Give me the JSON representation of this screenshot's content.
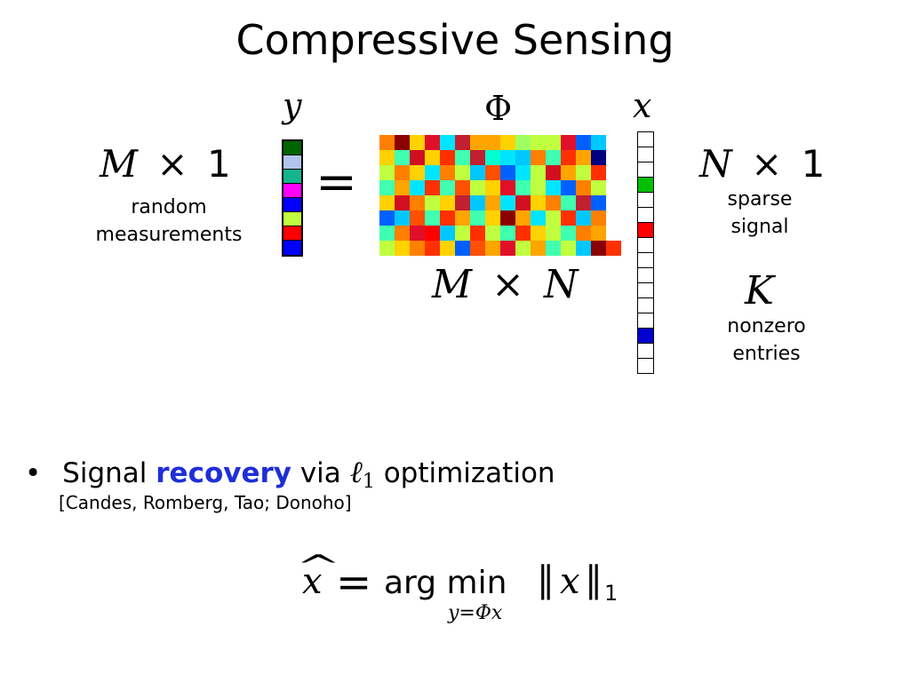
{
  "title": "Compressive Sensing",
  "y": {
    "symbol": "y",
    "dims": {
      "m": "M",
      "times": "×",
      "one": "1"
    },
    "label_line1": "random",
    "label_line2": "measurements",
    "colors": [
      "#006400",
      "#b0c4ee",
      "#14b48c",
      "#ff00ff",
      "#0000ff",
      "#c0ff40",
      "#ff0000",
      "#0000ff"
    ]
  },
  "equals": "=",
  "phi": {
    "symbol": "Φ",
    "dims": {
      "m": "M",
      "times": "×",
      "n": "N"
    },
    "rows": [
      [
        "#ff8000",
        "#8b0000",
        "#ffd200",
        "#e0102a",
        "#00e5ff",
        "#c02030",
        "#ffa500",
        "#ffa500",
        "#ffd200",
        "#a0ff60",
        "#c0ff40",
        "#c0ff40",
        "#e0102a",
        "#0060ff",
        "#00c8ff",
        "#ffffff"
      ],
      [
        "#ffd200",
        "#40ffb0",
        "#d01020",
        "#ffd200",
        "#ff3000",
        "#40ffb0",
        "#c02030",
        "#00ffd0",
        "#00e5ff",
        "#00c8ff",
        "#ff8000",
        "#40ffb0",
        "#ff3000",
        "#ffa500",
        "#000080",
        "#ffffff"
      ],
      [
        "#c0ff40",
        "#ff8000",
        "#ffd200",
        "#00e5ff",
        "#ff8000",
        "#c0ff40",
        "#00c8ff",
        "#ff5000",
        "#0060ff",
        "#00e5ff",
        "#c0ff40",
        "#d01020",
        "#ffa500",
        "#c0ff40",
        "#ff3000",
        "#ffffff"
      ],
      [
        "#40ffb0",
        "#ffa500",
        "#00e5ff",
        "#ff3000",
        "#40ffb0",
        "#ff5000",
        "#c0ff40",
        "#ffd200",
        "#e0102a",
        "#40ffb0",
        "#c0ff40",
        "#00e5ff",
        "#0060ff",
        "#ff8000",
        "#c0ff40",
        "#ffffff"
      ],
      [
        "#ffd200",
        "#d01020",
        "#ff8000",
        "#c0ff40",
        "#ffd200",
        "#c02030",
        "#00c8ff",
        "#ffa500",
        "#00e5ff",
        "#d01020",
        "#ffd200",
        "#ff8000",
        "#40ffb0",
        "#c02030",
        "#0060ff",
        "#ffffff"
      ],
      [
        "#0060ff",
        "#00c8ff",
        "#ff5000",
        "#40ffb0",
        "#ff3000",
        "#ffa500",
        "#40ffb0",
        "#ffd200",
        "#8b0000",
        "#ffa500",
        "#00e5ff",
        "#c0ff40",
        "#ff3000",
        "#00c8ff",
        "#ff8000",
        "#ffffff"
      ],
      [
        "#40ffb0",
        "#ff8000",
        "#e0102a",
        "#ff0000",
        "#00c8ff",
        "#c0ff40",
        "#ff3000",
        "#c0ff40",
        "#40ffb0",
        "#ff3000",
        "#ffd200",
        "#c0ff40",
        "#40ffb0",
        "#ff8000",
        "#ffa500",
        "#ffffff"
      ],
      [
        "#c0ff40",
        "#ffd200",
        "#ff8000",
        "#ff3000",
        "#ffd200",
        "#0060ff",
        "#ff5000",
        "#ffa500",
        "#e0102a",
        "#c0ff40",
        "#ffa500",
        "#40ffb0",
        "#c0ff40",
        "#00c8ff",
        "#8b0000",
        "#ff3000"
      ]
    ]
  },
  "x": {
    "symbol": "x",
    "dims": {
      "n": "N",
      "times": "×",
      "one": "1"
    },
    "label_line1": "sparse",
    "label_line2": "signal",
    "k_symbol": "K",
    "k_label_line1": "nonzero",
    "k_label_line2": "entries",
    "colors": [
      "#ffffff",
      "#ffffff",
      "#ffffff",
      "#00c000",
      "#ffffff",
      "#ffffff",
      "#ff0000",
      "#ffffff",
      "#ffffff",
      "#ffffff",
      "#ffffff",
      "#ffffff",
      "#ffffff",
      "#0000d0",
      "#ffffff",
      "#ffffff"
    ]
  },
  "bullet": {
    "marker": "•",
    "text_before": "Signal",
    "highlight": "recovery",
    "text_via": "via",
    "ell": "ℓ",
    "ell_sub": "1",
    "text_after": "optimization",
    "citation": "[Candes, Romberg, Tao; Donoho]"
  },
  "formula": {
    "lhs": "x",
    "hat": "^",
    "equals": "=",
    "op": "arg min",
    "under": "y=Φx",
    "norm_open": "‖",
    "norm_var": "x",
    "norm_close": "‖",
    "norm_sub": "1"
  },
  "colors": {
    "recovery": "#1f2fd6"
  }
}
